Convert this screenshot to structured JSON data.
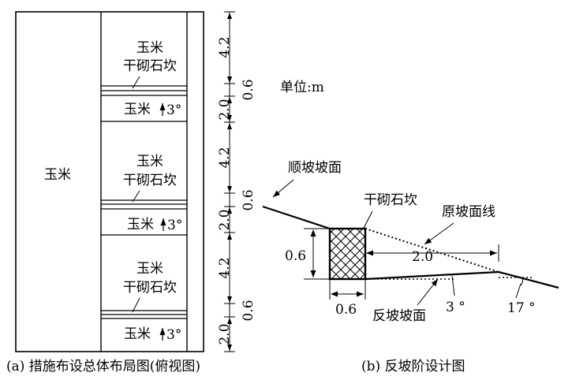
{
  "panel_a": {
    "left_field_label": "玉米",
    "blocks": [
      {
        "upper_crop": "玉米",
        "wall": "干砌石坎",
        "lower_crop": "玉米",
        "slope": "3°"
      },
      {
        "upper_crop": "玉米",
        "wall": "干砌石坎",
        "lower_crop": "玉米",
        "slope": "3°"
      },
      {
        "upper_crop": "玉米",
        "wall": "干砌石坎",
        "lower_crop": "玉米",
        "slope": "3°"
      }
    ],
    "dims": {
      "terrace": "4.2",
      "wall": "0.6",
      "reverse": "2.0"
    },
    "caption": "(a) 措施布设总体布局图(俯视图)"
  },
  "panel_b": {
    "unit": "单位:m",
    "slope_label": "顺坡坡面",
    "wall_label": "干砌石坎",
    "original_line_label": "原坡面线",
    "reverse_label": "反坡坡面",
    "height": "0.6",
    "width": "0.6",
    "length": "2.0",
    "angle_small": "3 °",
    "angle_large": "17 °",
    "caption": "(b) 反坡阶设计图"
  }
}
